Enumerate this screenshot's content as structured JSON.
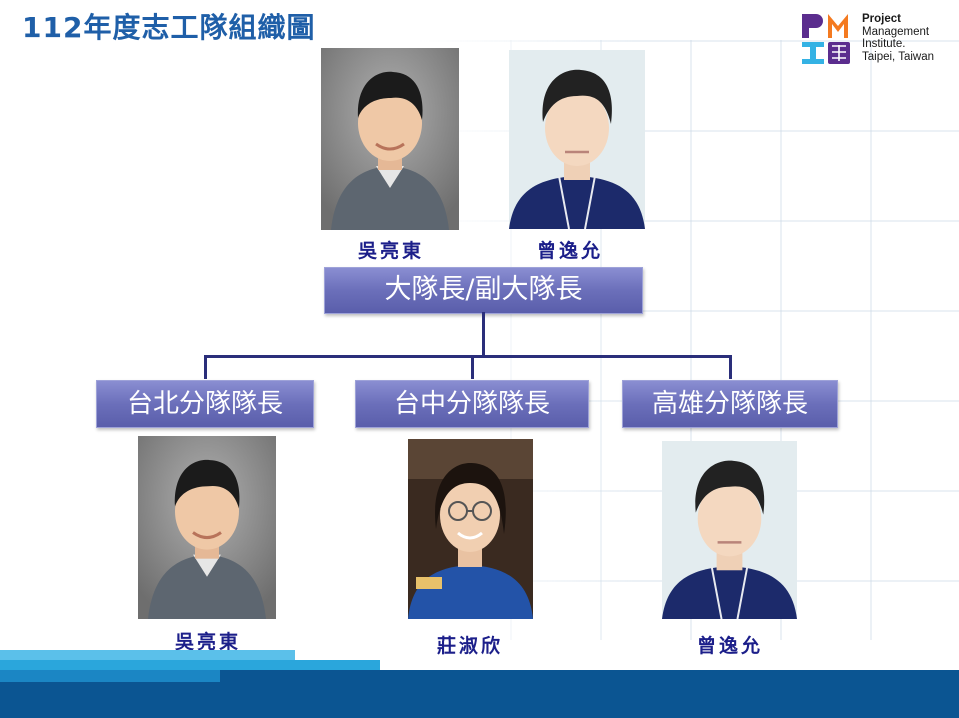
{
  "title": "112年度志工隊組織圖",
  "logo": {
    "line1": "Project",
    "line2": "Management",
    "line3": "Institute.",
    "line4": "Taipei, Taiwan",
    "colors": {
      "purple": "#5b2d8e",
      "orange": "#f47a20",
      "cyan": "#34b2e4"
    }
  },
  "leaders": {
    "role": "大隊長/副大隊長",
    "members": [
      {
        "name": "吳亮東"
      },
      {
        "name": "曾逸允"
      }
    ]
  },
  "branches": [
    {
      "role": "台北分隊隊長",
      "name": "吳亮東"
    },
    {
      "role": "台中分隊隊長",
      "name": "莊淑欣"
    },
    {
      "role": "高雄分隊隊長",
      "name": "曾逸允"
    }
  ],
  "colors": {
    "title": "#1f5fa8",
    "name": "#1c1f8a",
    "box": "#6b6fba",
    "connector": "#2a2e7a",
    "footer_dark": "#0b5592",
    "footer_light": "#2aa6dc"
  }
}
